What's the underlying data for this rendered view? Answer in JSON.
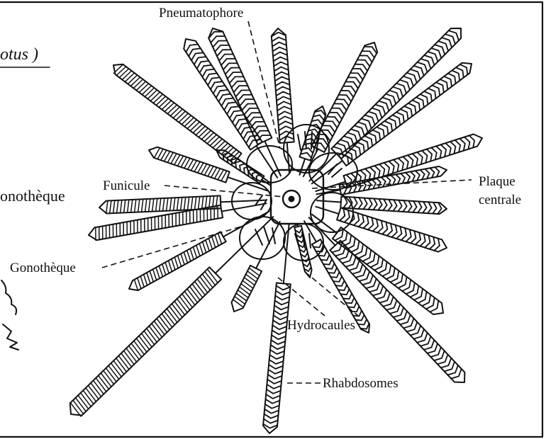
{
  "labels": {
    "title_fragment": "otus )",
    "left_fragment": "onothèque",
    "pneumatophore": "Pneumatophore",
    "funicule": "Funicule",
    "plaque_line1": "Plaque",
    "plaque_line2": "centrale",
    "gonotheque": "Gonothèque",
    "hydrocaules": "Hydrocaules",
    "rhabdosomes": "Rhabdosomes"
  },
  "colors": {
    "ink": "#111111",
    "paper": "#ffffff"
  }
}
